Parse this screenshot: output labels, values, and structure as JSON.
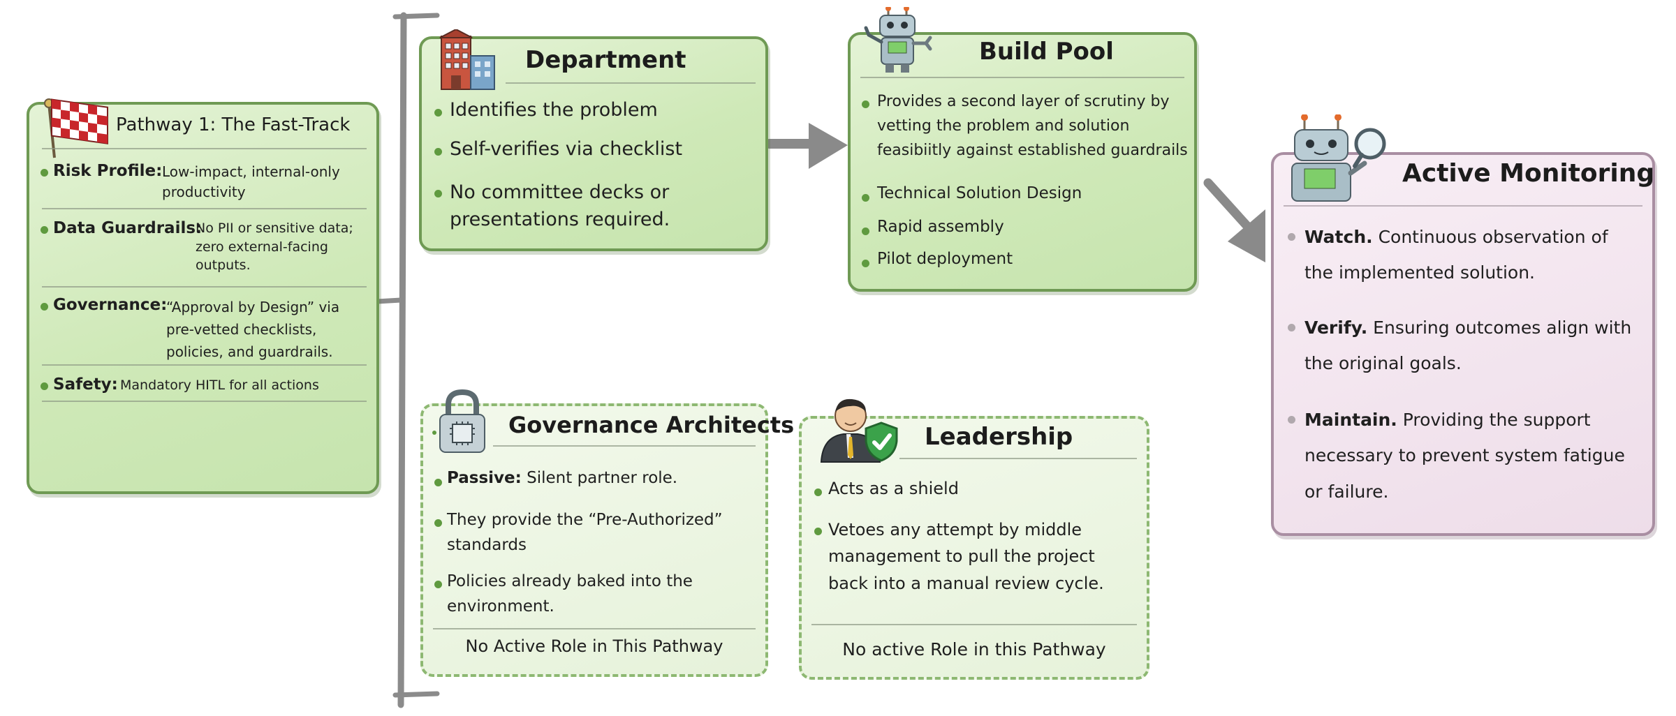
{
  "fast_track": {
    "title": "Pathway 1: The Fast-Track",
    "items": [
      {
        "label": "Risk Profile:",
        "text": "Low-impact, internal-only productivity"
      },
      {
        "label": "Data Guardrails:",
        "text": "No PII or sensitive data; zero external-facing outputs."
      },
      {
        "label": "Governance:",
        "text": "“Approval by Design” via pre-vetted checklists, policies, and guardrails."
      },
      {
        "label": "Safety:",
        "text": "Mandatory HITL for all actions"
      }
    ]
  },
  "department": {
    "title": "Department",
    "items": [
      "Identifies the problem",
      "Self-verifies via checklist",
      "No committee decks or presentations required."
    ]
  },
  "build_pool": {
    "title": "Build Pool",
    "items": [
      "Provides a second layer of scrutiny by vetting the problem and solution feasibiitly against established guardrails",
      "Technical Solution Design",
      "Rapid assembly",
      "Pilot deployment"
    ]
  },
  "active_monitoring": {
    "title": "Active Monitoring",
    "items": [
      {
        "label": "Watch.",
        "text": "Continuous observation of the implemented solution."
      },
      {
        "label": "Verify.",
        "text": "Ensuring outcomes align with the original goals."
      },
      {
        "label": "Maintain.",
        "text": "Providing the support necessary to prevent system fatigue or failure."
      }
    ]
  },
  "governance_architects": {
    "title": "Governance Architects",
    "items": [
      {
        "label": "Passive:",
        "text": "Silent partner role."
      },
      {
        "label": "",
        "text": "They provide the “Pre-Authorized” standards"
      },
      {
        "label": "",
        "text": "Policies already baked into the environment."
      }
    ],
    "footer": "No Active Role in This Pathway"
  },
  "leadership": {
    "title": "Leadership",
    "items": [
      "Acts as a shield",
      "Vetoes any attempt by middle management to pull the project back into a manual review cycle."
    ],
    "footer": "No active Role in this Pathway"
  },
  "icons": [
    "checkered-flag-icon",
    "building-icon",
    "robot-wrench-icon",
    "robot-magnifier-icon",
    "padlock-chip-icon",
    "businessman-shield-icon"
  ],
  "colors": {
    "green_card": "#cfe9b8",
    "green_border": "#6f9a54",
    "pink_card": "#eedde9",
    "bullet_green": "#5f9a3f",
    "arrow_grey": "#8a8a8a"
  }
}
